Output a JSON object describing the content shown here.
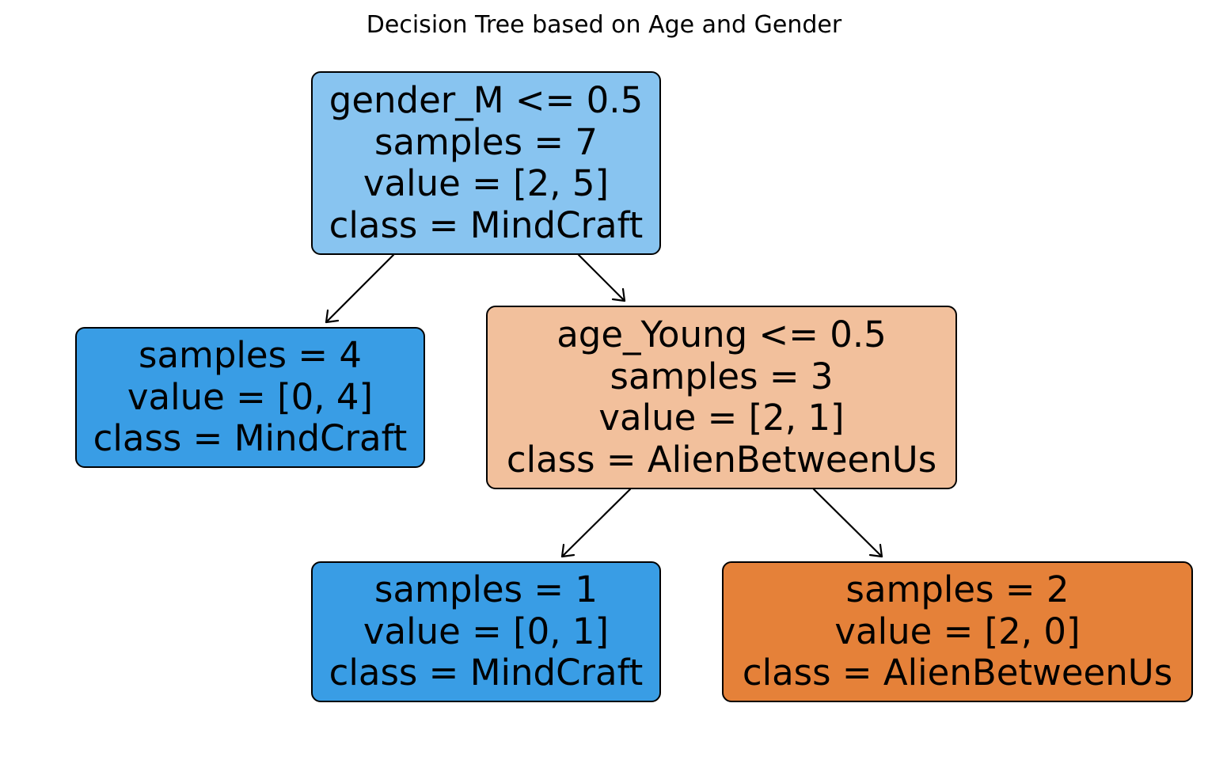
{
  "title": "Decision Tree based on Age and Gender",
  "nodes": [
    {
      "id": 0,
      "split": "gender_M <= 0.5",
      "samples": "samples = 7",
      "value": "value = [2, 5]",
      "class": "class = MindCraft",
      "fill": "#88c4f0"
    },
    {
      "id": 1,
      "samples": "samples = 4",
      "value": "value = [0, 4]",
      "class": "class = MindCraft",
      "fill": "#399de5"
    },
    {
      "id": 2,
      "split": "age_Young <= 0.5",
      "samples": "samples = 3",
      "value": "value = [2, 1]",
      "class": "class = AlienBetweenUs",
      "fill": "#f2c09c"
    },
    {
      "id": 3,
      "samples": "samples = 1",
      "value": "value = [0, 1]",
      "class": "class = MindCraft",
      "fill": "#399de5"
    },
    {
      "id": 4,
      "samples": "samples = 2",
      "value": "value = [2, 0]",
      "class": "class = AlienBetweenUs",
      "fill": "#e58139"
    }
  ],
  "edges": [
    {
      "from": 0,
      "to": 1
    },
    {
      "from": 0,
      "to": 2
    },
    {
      "from": 2,
      "to": 3
    },
    {
      "from": 2,
      "to": 4
    }
  ]
}
